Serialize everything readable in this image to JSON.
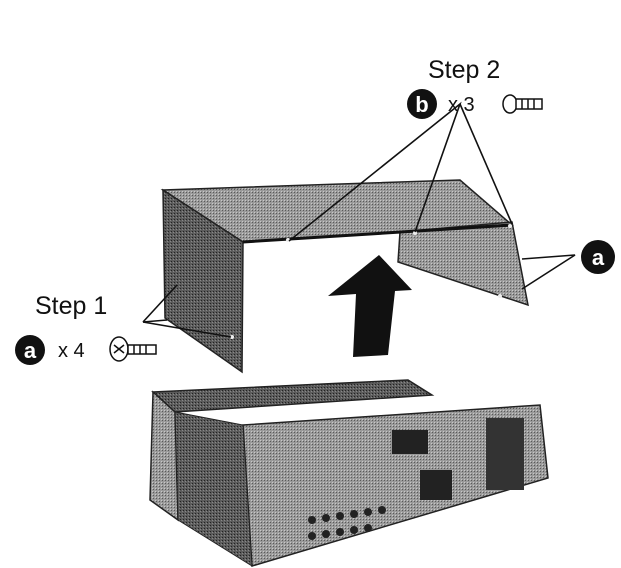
{
  "step1": {
    "label": "Step 1",
    "screw_letter": "a",
    "quantity": "x 4"
  },
  "step2": {
    "label": "Step 2",
    "screw_letter": "b",
    "quantity": "x 3"
  },
  "side_callout": {
    "screw_letter": "a"
  },
  "colors": {
    "ink": "#111111",
    "panel": "#7d7d7d",
    "background": "#ffffff"
  }
}
